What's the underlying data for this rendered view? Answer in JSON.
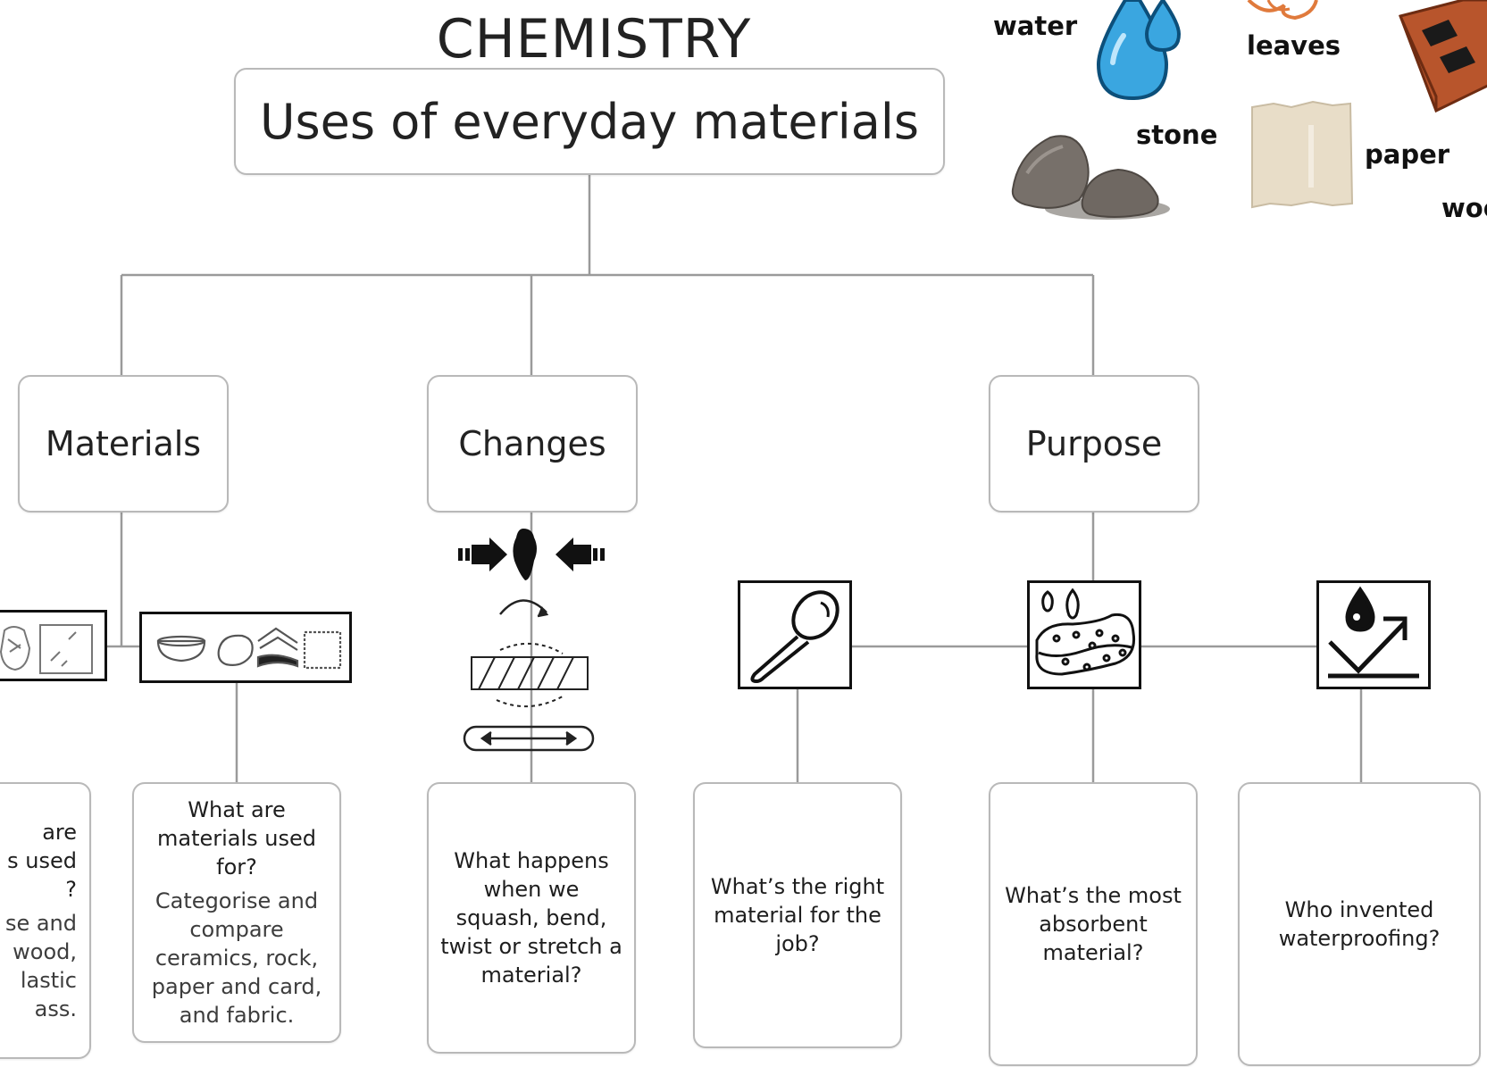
{
  "title": "CHEMISTRY",
  "subtitle": "Uses of everyday materials",
  "branches": [
    {
      "label": "Materials"
    },
    {
      "label": "Changes"
    },
    {
      "label": "Purpose"
    }
  ],
  "cards": [
    {
      "question": "are\ns used\n?",
      "detail": "se and\n wood,\nlastic\nass."
    },
    {
      "question": "What are\nmaterials used\nfor?",
      "detail": "Categorise and\ncompare\nceramics, rock,\npaper and card,\nand fabric."
    },
    {
      "question": "What happens\nwhen we\nsquash, bend,\ntwist or stretch a\nmaterial?"
    },
    {
      "question": "What’s the right\nmaterial for the\njob?"
    },
    {
      "question": "What’s the most\nabsorbent\nmaterial?"
    },
    {
      "question": "Who invented\nwaterproofing?"
    }
  ],
  "word_labels": {
    "water": "water",
    "leaves": "leaves",
    "stone": "stone",
    "paper": "paper",
    "wood": "woo"
  },
  "icons": [
    "bag-and-glass-icon",
    "bowl-rock-fabric-icon",
    "squash-arrows-icon",
    "twist-icon",
    "stretch-icon",
    "spoon-icon",
    "sponge-icon",
    "waterproof-icon",
    "water-drops-icon",
    "leaves-icon",
    "brick-icon",
    "stone-icon",
    "paper-sheet-icon"
  ],
  "colors": {
    "line": "#9a9a9a",
    "box_border": "#b9b9b9",
    "water": "#3aa6e0",
    "brick": "#b8552c",
    "stone": "#77706a",
    "paper": "#e8ddc8",
    "leaves": "#e07a3c"
  }
}
